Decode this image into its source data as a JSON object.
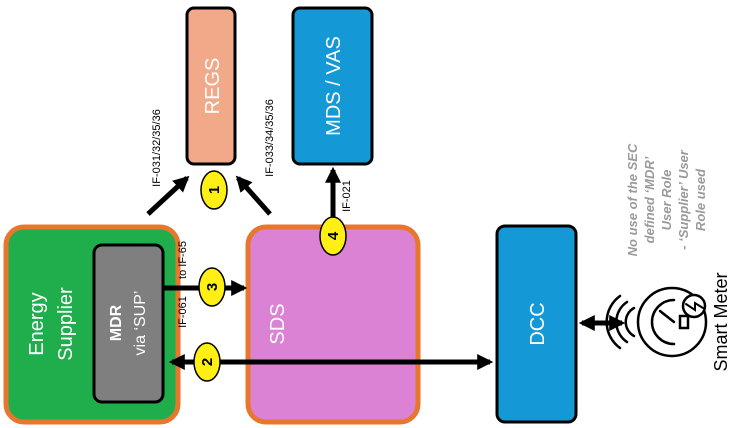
{
  "boxes": {
    "regs": "REGS",
    "mds_vas": "MDS / VAS",
    "energy_supplier": [
      "Energy",
      "Supplier"
    ],
    "mdr": {
      "title": "MDR",
      "subtitle": "via ‘SUP’"
    },
    "sds": "SDS",
    "dcc": "DCC",
    "smart_meter": "Smart Meter"
  },
  "interfaces": {
    "to_regs_left": "IF-031/32/35/36",
    "to_regs_right": "IF-033/34/35/36",
    "to_mds": "IF-021",
    "mdr_to_sds_a": "IF-061",
    "mdr_to_sds_b": "to IF-65"
  },
  "markers": [
    "1",
    "2",
    "3",
    "4"
  ],
  "note": [
    "No use of the SEC",
    "defined ‘MDR’",
    "User Role",
    "- ‘Supplier’ User",
    "Role used"
  ],
  "colors": {
    "regs_fill": "#F2A98A",
    "mds_fill": "#1499D6",
    "dcc_fill": "#1499D6",
    "energy_supplier_fill": "#1FAE4B",
    "mdr_fill": "#7F7F7F",
    "sds_fill": "#DC82D4",
    "border": "#E8772E",
    "marker_fill": "#FFEF14",
    "note_text": "#9A9A9A"
  },
  "icons": {
    "smart_meter": "smart-meter-icon"
  }
}
